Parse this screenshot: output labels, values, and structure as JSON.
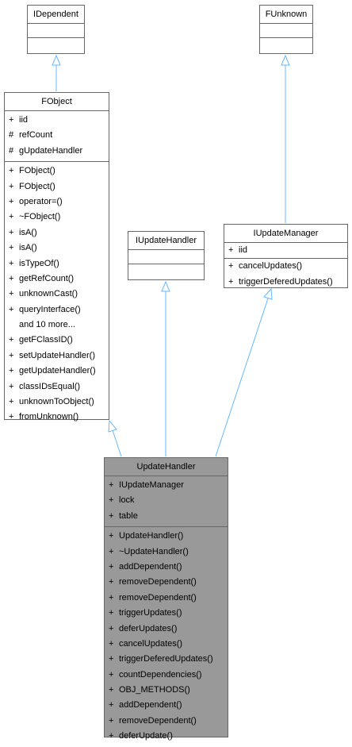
{
  "idependent": {
    "name": "IDependent"
  },
  "funknown": {
    "name": "FUnknown"
  },
  "fobject": {
    "name": "FObject",
    "attributes": [
      {
        "vis": "+",
        "name": "iid"
      },
      {
        "vis": "#",
        "name": "refCount"
      },
      {
        "vis": "#",
        "name": "gUpdateHandler"
      }
    ],
    "operations": [
      {
        "vis": "+",
        "name": "FObject()"
      },
      {
        "vis": "+",
        "name": "FObject()"
      },
      {
        "vis": "+",
        "name": "operator=()"
      },
      {
        "vis": "+",
        "name": "~FObject()"
      },
      {
        "vis": "+",
        "name": "isA()"
      },
      {
        "vis": "+",
        "name": "isA()"
      },
      {
        "vis": "+",
        "name": "isTypeOf()"
      },
      {
        "vis": "+",
        "name": "getRefCount()"
      },
      {
        "vis": "+",
        "name": "unknownCast()"
      },
      {
        "vis": "+",
        "name": "queryInterface()"
      },
      {
        "vis": "",
        "name": "and 10 more..."
      },
      {
        "vis": "+",
        "name": "getFClassID()"
      },
      {
        "vis": "+",
        "name": "setUpdateHandler()"
      },
      {
        "vis": "+",
        "name": "getUpdateHandler()"
      },
      {
        "vis": "+",
        "name": "classIDsEqual()"
      },
      {
        "vis": "+",
        "name": "unknownToObject()"
      },
      {
        "vis": "+",
        "name": "fromUnknown()"
      }
    ]
  },
  "iupdatehandler": {
    "name": "IUpdateHandler"
  },
  "iupdatemanager": {
    "name": "IUpdateManager",
    "attributes": [
      {
        "vis": "+",
        "name": "iid"
      }
    ],
    "operations": [
      {
        "vis": "+",
        "name": "cancelUpdates()"
      },
      {
        "vis": "+",
        "name": "triggerDeferedUpdates()"
      }
    ]
  },
  "updatehandler": {
    "name": "UpdateHandler",
    "attributes": [
      {
        "vis": "+",
        "name": "IUpdateManager"
      },
      {
        "vis": "+",
        "name": "lock"
      },
      {
        "vis": "+",
        "name": "table"
      }
    ],
    "operations": [
      {
        "vis": "+",
        "name": "UpdateHandler()"
      },
      {
        "vis": "+",
        "name": "~UpdateHandler()"
      },
      {
        "vis": "+",
        "name": "addDependent()"
      },
      {
        "vis": "+",
        "name": "removeDependent()"
      },
      {
        "vis": "+",
        "name": "removeDependent()"
      },
      {
        "vis": "+",
        "name": "triggerUpdates()"
      },
      {
        "vis": "+",
        "name": "deferUpdates()"
      },
      {
        "vis": "+",
        "name": "cancelUpdates()"
      },
      {
        "vis": "+",
        "name": "triggerDeferedUpdates()"
      },
      {
        "vis": "+",
        "name": "countDependencies()"
      },
      {
        "vis": "+",
        "name": "OBJ_METHODS()"
      },
      {
        "vis": "+",
        "name": "addDependent()"
      },
      {
        "vis": "+",
        "name": "removeDependent()"
      },
      {
        "vis": "+",
        "name": "deferUpdate()"
      }
    ]
  },
  "colors": {
    "edge": "#63b8ff",
    "border": "#666666",
    "focus_fill": "#999999"
  }
}
